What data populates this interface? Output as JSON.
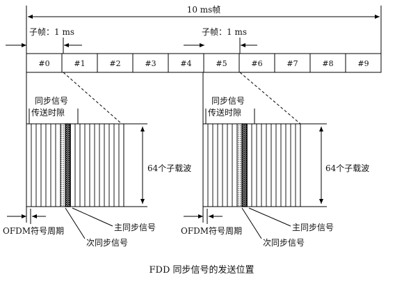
{
  "frame_label": "10 ms帧",
  "subframe_label": "子帧：1 ms",
  "subframes": [
    "#0",
    "#1",
    "#2",
    "#3",
    "#4",
    "#5",
    "#6",
    "#7",
    "#8",
    "#9"
  ],
  "sync_slot_label_line1": "同步信号",
  "sync_slot_label_line2": "传送时隙",
  "subcarrier_label": "64个子载波",
  "ofdm_period_label": "OFDM符号周期",
  "primary_sync_label": "主同步信号",
  "secondary_sync_label": "次同步信号",
  "caption": "FDD 同步信号的发送位置"
}
